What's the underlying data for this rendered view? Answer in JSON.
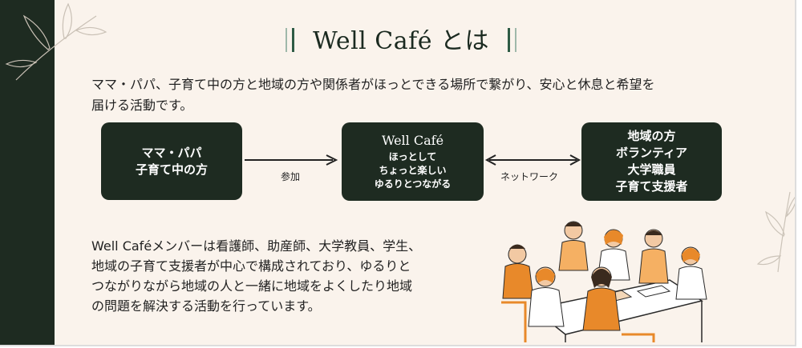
{
  "heading": {
    "title": "Well Café とは"
  },
  "intro": {
    "line1": "ママ・パパ、子育て中の方と地域の方や関係者がほっとできる場所で繋がり、安心と休息と希望を",
    "line2": "届ける活動です。"
  },
  "flow": {
    "box_parents": {
      "line1": "ママ・パパ",
      "line2": "子育て中の方"
    },
    "box_cafe": {
      "title": "Well Café",
      "line1": "ほっとして",
      "line2": "ちょっと楽しい",
      "line3": "ゆるりとつながる"
    },
    "box_community": {
      "line1": "地域の方",
      "line2": "ボランティア",
      "line3": "大学職員",
      "line4": "子育て支援者"
    },
    "arrow1_label": "参加",
    "arrow2_label": "ネットワーク"
  },
  "members": {
    "line1": "Well Caféメンバーは看護師、助産師、大学教員、学生、",
    "line2": "地域の子育て支援者が中心で構成されており、ゆるりと",
    "line3": "つながりながら地域の人と一緒に地域をよくしたり地域",
    "line4": "の問題を解決する活動を行っています。"
  },
  "colors": {
    "dark_green": "#1e2b21",
    "background": "#faf3ec",
    "accent_orange": "#e8892a"
  }
}
